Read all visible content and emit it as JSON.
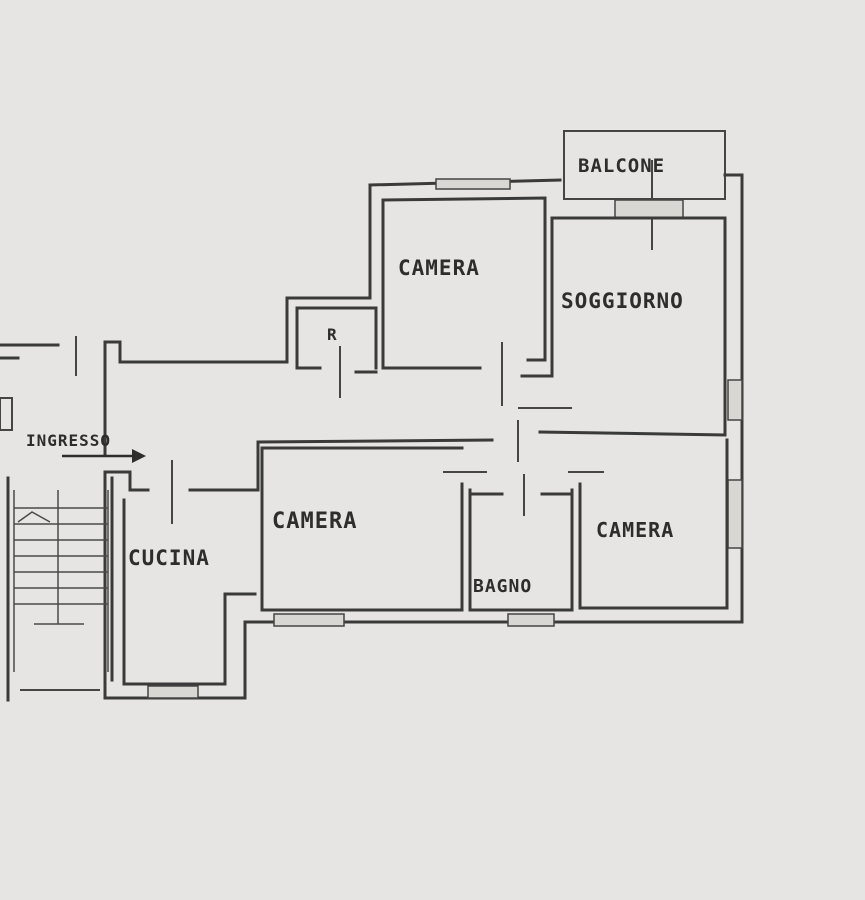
{
  "plan": {
    "labels": {
      "balcone": "BALCONE",
      "soggiorno": "SOGGIORNO",
      "camera_top": "CAMERA",
      "camera_middle": "CAMERA",
      "camera_right": "CAMERA",
      "ripostiglio": "R",
      "ingresso": "INGRESSO",
      "cucina": "CUCINA",
      "bagno": "BAGNO"
    }
  }
}
